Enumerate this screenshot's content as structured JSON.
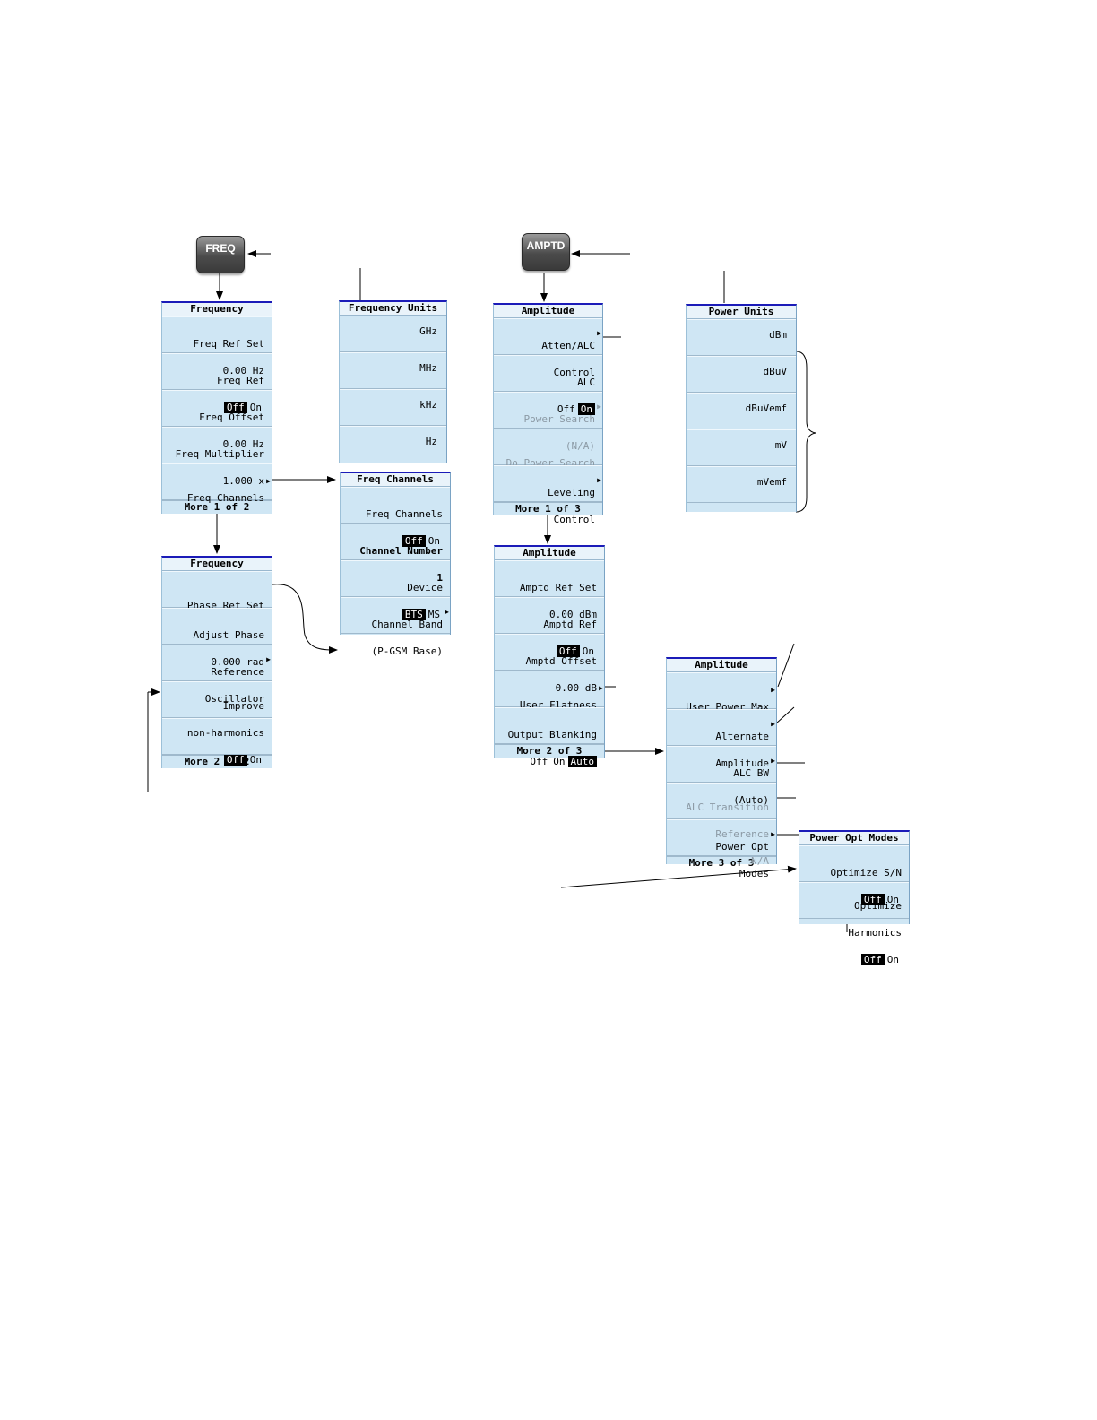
{
  "hardkeys": {
    "freq": "FREQ",
    "amptd": "AMPTD"
  },
  "freq_menu_1": {
    "title": "Frequency",
    "keys": [
      {
        "line1": "Freq Ref Set",
        "line2": "0.00 Hz"
      },
      {
        "line1": "Freq Ref",
        "off": "Off",
        "on": "On"
      },
      {
        "line1": "Freq Offset",
        "line2": "0.00 Hz"
      },
      {
        "line1": "Freq Multiplier",
        "line2": "1.000 x"
      },
      {
        "line1": "Freq Channels"
      }
    ],
    "more": "More 1 of 2"
  },
  "freq_menu_2": {
    "title": "Frequency",
    "keys": [
      {
        "line1": "Phase Ref Set"
      },
      {
        "line1": "Adjust Phase",
        "line2": "0.000 rad"
      },
      {
        "line1": "Reference",
        "line2": "Oscillator"
      },
      {
        "line1": "Improve",
        "line2": "non-harmonics",
        "off": "Off",
        "on": "On"
      },
      {
        "line1": ""
      }
    ],
    "more": "More 2 of 2"
  },
  "freq_units_menu": {
    "title": "Frequency Units",
    "keys": [
      "GHz",
      "MHz",
      "kHz",
      "Hz"
    ]
  },
  "freq_channels_menu": {
    "title": "Freq Channels",
    "keys": [
      {
        "line1": "Freq Channels",
        "off": "Off",
        "on": "On"
      },
      {
        "line1": "Channel Number",
        "line2": "1"
      },
      {
        "line1": "Device",
        "bts": "BTS",
        "ms": "MS"
      },
      {
        "line1": "Channel Band",
        "line2": "(P-GSM Base)"
      }
    ]
  },
  "amptd_menu_1": {
    "title": "Amplitude",
    "keys": [
      {
        "line1": "Atten/ALC",
        "line2": "Control"
      },
      {
        "line1": "ALC",
        "off": "Off",
        "on": "On"
      },
      {
        "line1": "Power Search",
        "line2": "(N/A)"
      },
      {
        "line1": "Do Power Search"
      },
      {
        "line1": "Leveling",
        "line2": "Control"
      }
    ],
    "more": "More 1 of 3"
  },
  "power_units_menu": {
    "title": "Power Units",
    "keys": [
      "dBm",
      "dBuV",
      "dBuVemf",
      "mV",
      "mVemf"
    ]
  },
  "amptd_menu_2": {
    "title": "Amplitude",
    "keys": [
      {
        "line1": "Amptd Ref Set",
        "line2": "0.00 dBm"
      },
      {
        "line1": "Amptd Ref",
        "off": "Off",
        "on": "On"
      },
      {
        "line1": "Amptd Offset",
        "line2": "0.00 dB"
      },
      {
        "line1": "User Flatness"
      },
      {
        "line1": "Output Blanking",
        "off": "Off",
        "on": "On",
        "auto": "Auto"
      }
    ],
    "more": "More 2 of 3"
  },
  "amptd_menu_3": {
    "title": "Amplitude",
    "keys": [
      {
        "line1": "User Power Max"
      },
      {
        "line1": "Alternate",
        "line2": "Amplitude"
      },
      {
        "line1": "ALC BW",
        "line2": "(Auto)"
      },
      {
        "line1": "ALC Transition",
        "line2": "Reference",
        "line3": "N/A"
      },
      {
        "line1": "Power Opt",
        "line2": "Modes"
      }
    ],
    "more": "More 3 of 3"
  },
  "power_opt_menu": {
    "title": "Power Opt Modes",
    "keys": [
      {
        "line1": "Optimize S/N",
        "off": "Off",
        "on": "On"
      },
      {
        "line1": "Optimize",
        "line2": "Harmonics",
        "off": "Off",
        "on": "On"
      }
    ]
  }
}
